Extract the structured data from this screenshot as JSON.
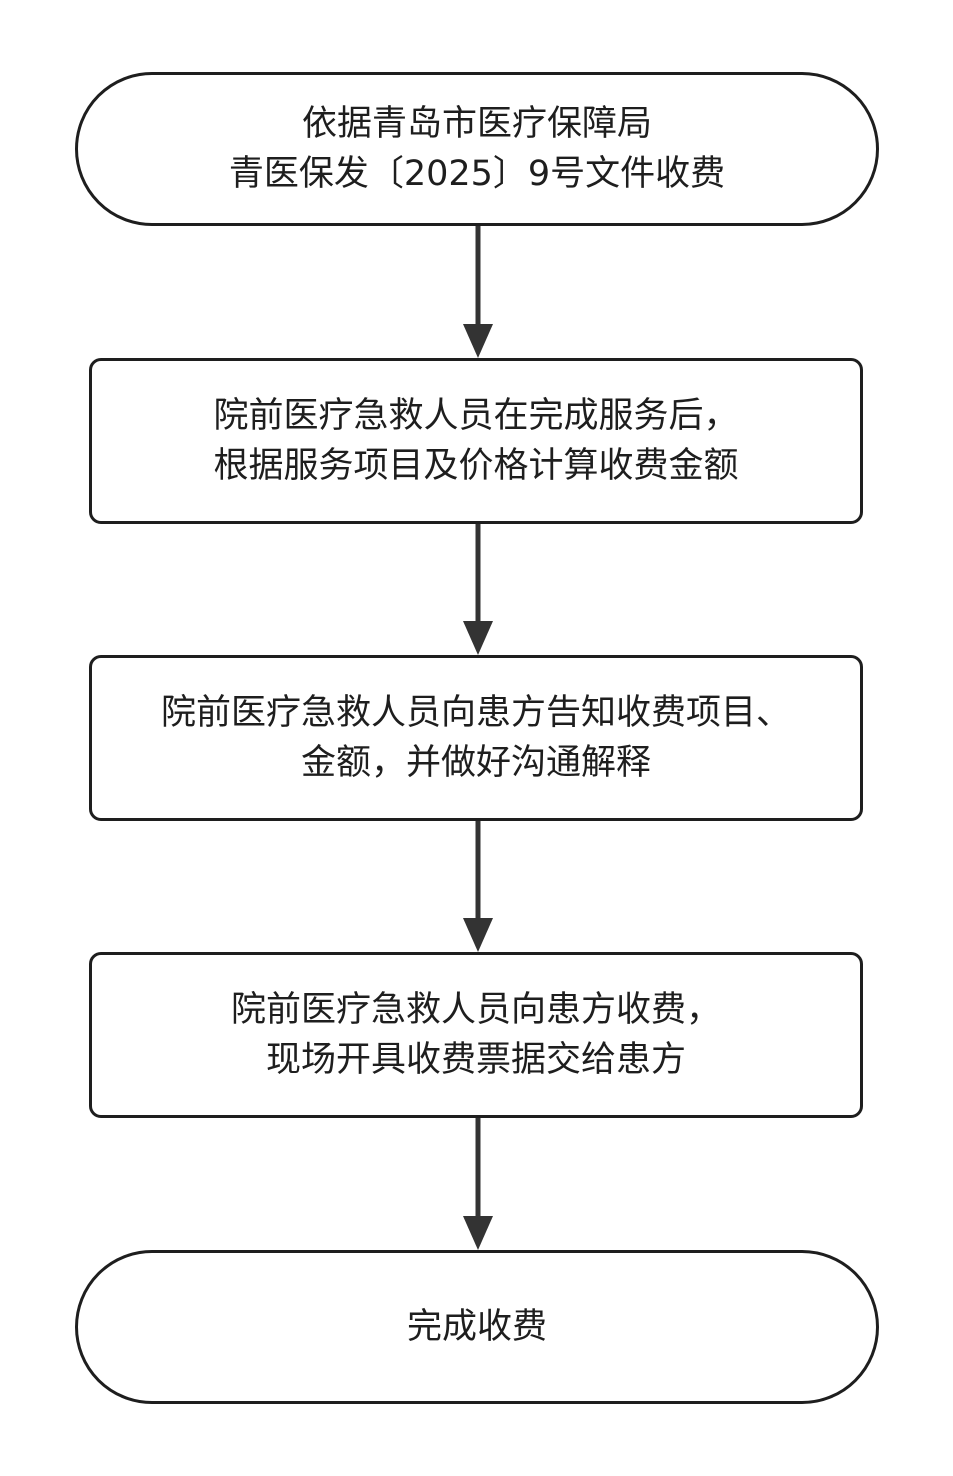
{
  "flowchart": {
    "start": {
      "lines": [
        "依据青岛市医疗保障局",
        "青医保发〔2025〕9号文件收费"
      ]
    },
    "steps": [
      {
        "lines": [
          "院前医疗急救人员在完成服务后，",
          "根据服务项目及价格计算收费金额"
        ]
      },
      {
        "lines": [
          "院前医疗急救人员向患方告知收费项目、",
          "金额，并做好沟通解释"
        ]
      },
      {
        "lines": [
          "院前医疗急救人员向患方收费，",
          "现场开具收费票据交给患方"
        ]
      }
    ],
    "end": {
      "lines": [
        "完成收费"
      ]
    }
  },
  "colors": {
    "stroke": "#1e1e1e",
    "fill": "#ffffff",
    "text": "#1e1e1e",
    "arrow": "#333333"
  }
}
